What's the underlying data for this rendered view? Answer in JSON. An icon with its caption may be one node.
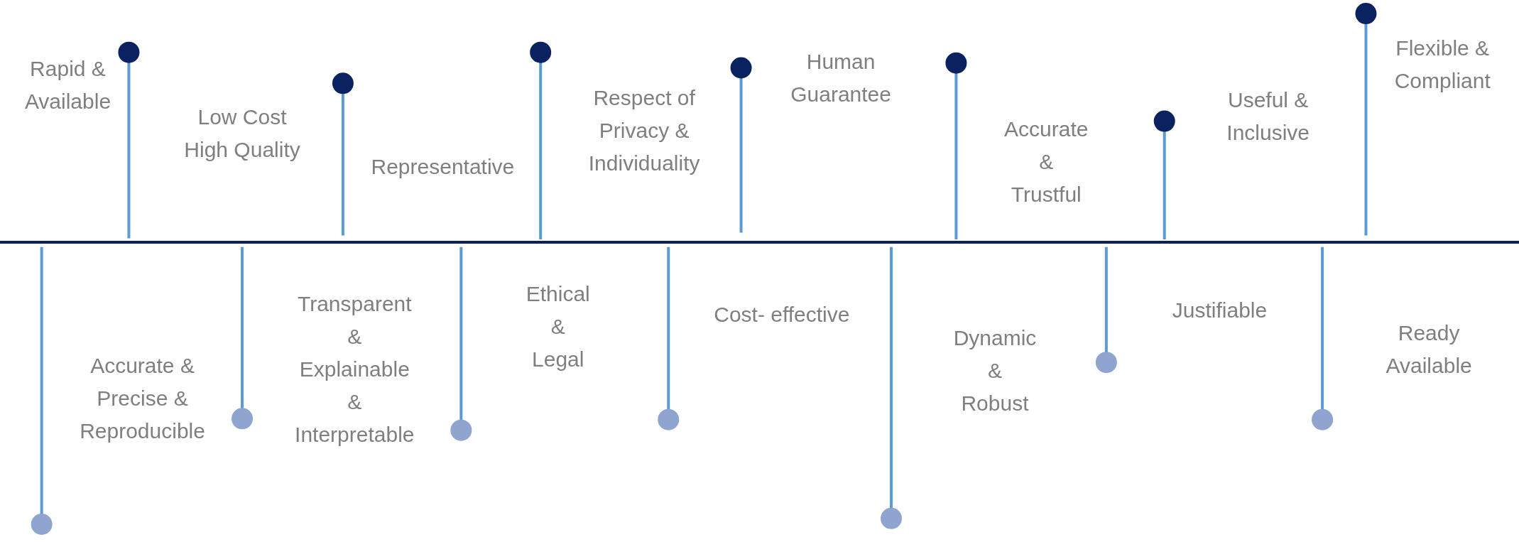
{
  "diagram": {
    "labels": [
      "Rapid & Available",
      "Low Cost High Quality",
      "Representative",
      "Respect of Privacy & Individuality",
      "Human Guarantee",
      "Accurate & Trustful",
      "Useful & Inclusive",
      "Flexible & Compliant",
      "Accurate & Precise & Reproducible",
      "Transparent & Explainable & Interpretable",
      "Ethical & Legal",
      "Cost- effective",
      "Dynamic & Robust",
      "Justifiable",
      "Ready Available"
    ]
  }
}
